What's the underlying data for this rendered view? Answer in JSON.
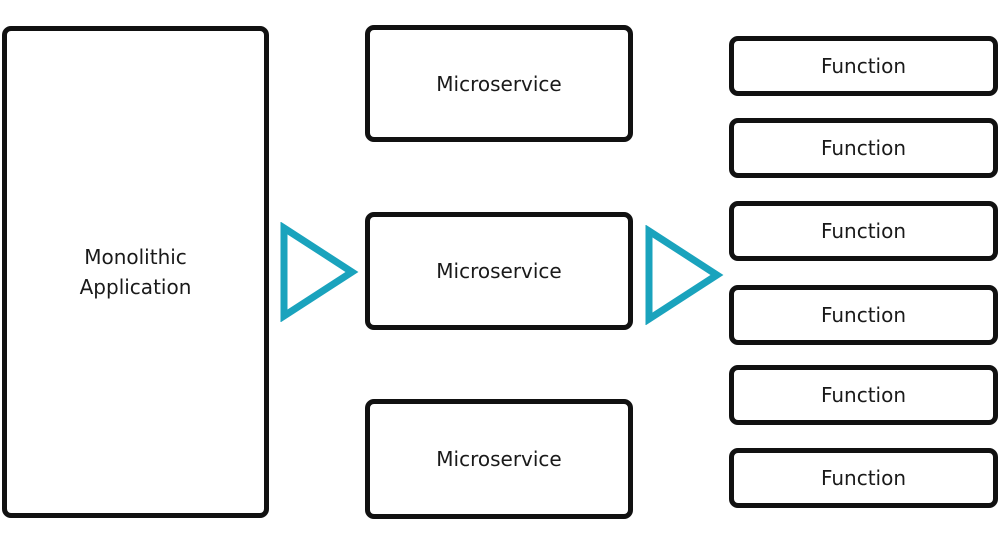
{
  "diagram": {
    "monolith": {
      "label": "Monolithic\nApplication"
    },
    "microservices": [
      {
        "label": "Microservice"
      },
      {
        "label": "Microservice"
      },
      {
        "label": "Microservice"
      }
    ],
    "functions": [
      {
        "label": "Function"
      },
      {
        "label": "Function"
      },
      {
        "label": "Function"
      },
      {
        "label": "Function"
      },
      {
        "label": "Function"
      },
      {
        "label": "Function"
      }
    ],
    "arrow_color": "#1aa3bd",
    "box_border_color": "#111111"
  }
}
